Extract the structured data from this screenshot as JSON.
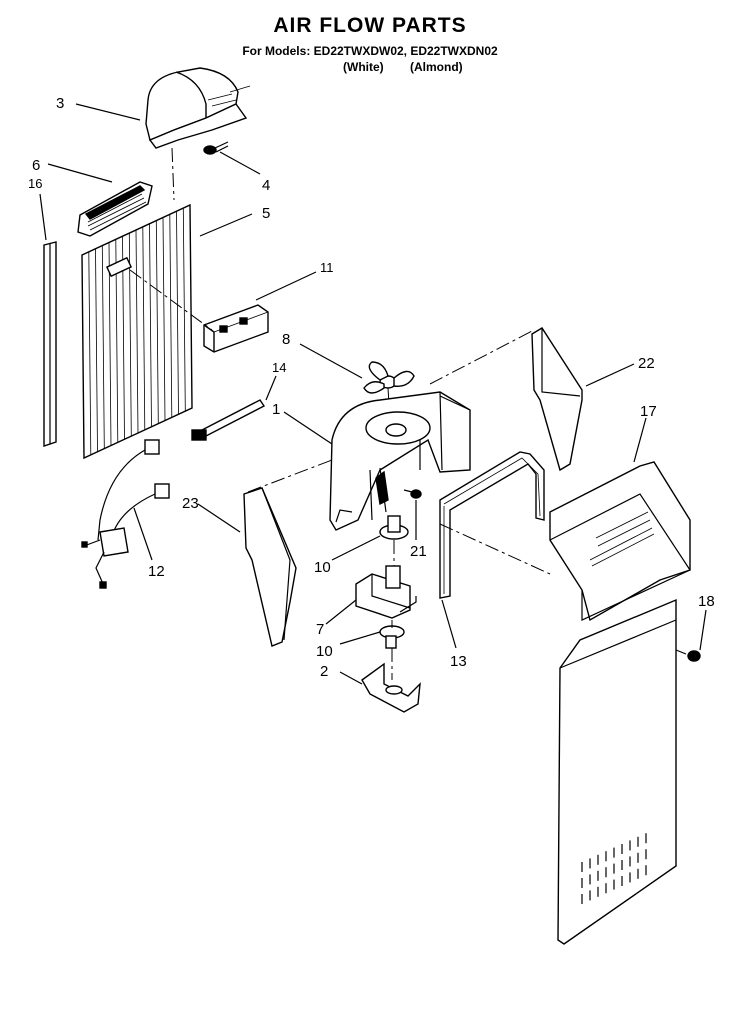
{
  "header": {
    "title": "AIR FLOW PARTS",
    "models_line": "For Models: ED22TWXDW02, ED22TWXDN02",
    "color_white": "(White)",
    "color_almond": "(Almond)"
  },
  "callouts": {
    "c1": "1",
    "c2": "2",
    "c3": "3",
    "c4": "4",
    "c5": "5",
    "c6": "6",
    "c7": "7",
    "c8": "8",
    "c10a": "10",
    "c10b": "10",
    "c11": "11",
    "c12": "12",
    "c13": "13",
    "c14": "14",
    "c16": "16",
    "c17": "17",
    "c18": "18",
    "c21": "21",
    "c22": "22",
    "c23": "23"
  }
}
